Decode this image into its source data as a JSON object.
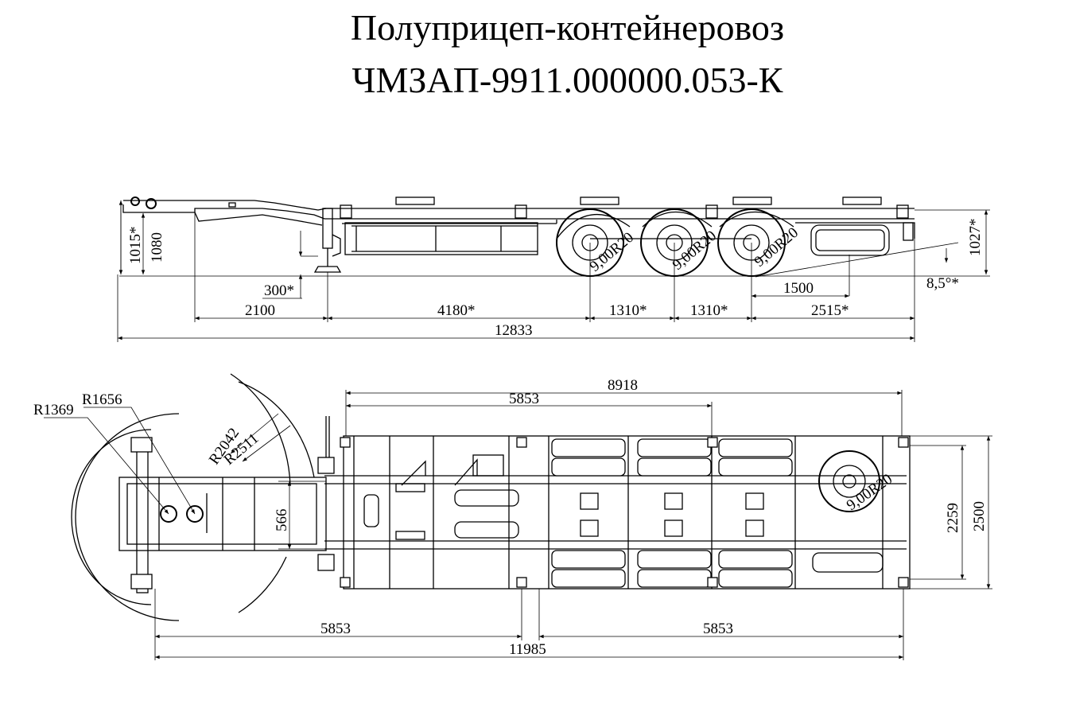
{
  "title_line1": "Полуприцеп-контейнеровоз",
  "title_line2": "ЧМЗАП-9911.000000.053-К",
  "side_view": {
    "dims": {
      "h_1015": "1015*",
      "h_1080": "1080",
      "h_1027": "1027*",
      "d_300": "300*",
      "d_2100": "2100",
      "d_4180": "4180*",
      "d_1310a": "1310*",
      "d_1310b": "1310*",
      "d_2515": "2515*",
      "d_1500": "1500",
      "d_total": "12833",
      "angle": "8,5°*"
    },
    "tire_label": "9,00R20"
  },
  "top_view": {
    "dims": {
      "r_1369": "R1369",
      "r_1656": "R1656",
      "r_2042": "R2042",
      "r_2511": "R2511",
      "d_8918": "8918",
      "d_5853_top": "5853",
      "d_566": "566",
      "d_2259": "2259",
      "d_2500": "2500",
      "d_5853_left": "5853",
      "d_5853_right": "5853",
      "d_11985": "11985"
    },
    "tire_label": "9,00R20"
  }
}
